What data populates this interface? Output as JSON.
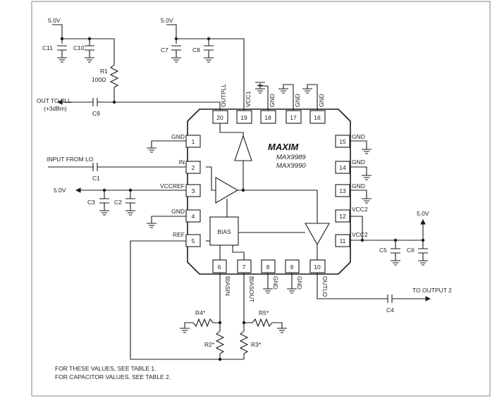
{
  "chip": {
    "logo": "MAXIM",
    "part_numbers": [
      "MAX9989",
      "MAX9990"
    ],
    "bias_block": "BIAS"
  },
  "pins": {
    "p1": {
      "num": "1",
      "name": "GND"
    },
    "p2": {
      "num": "2",
      "name": "IN"
    },
    "p3": {
      "num": "3",
      "name": "VCCREF"
    },
    "p4": {
      "num": "4",
      "name": "GND"
    },
    "p5": {
      "num": "5",
      "name": "REF"
    },
    "p6": {
      "num": "6",
      "name": "BIASIN"
    },
    "p7": {
      "num": "7",
      "name": "BIASOUT"
    },
    "p8": {
      "num": "8",
      "name": "GND"
    },
    "p9": {
      "num": "9",
      "name": "GND"
    },
    "p10": {
      "num": "10",
      "name": "OUTLO"
    },
    "p11": {
      "num": "11",
      "name": "VCC2"
    },
    "p12": {
      "num": "12",
      "name": "VCC2"
    },
    "p13": {
      "num": "13",
      "name": "GND"
    },
    "p14": {
      "num": "14",
      "name": "GND"
    },
    "p15": {
      "num": "15",
      "name": "GND"
    },
    "p16": {
      "num": "16",
      "name": "GND"
    },
    "p17": {
      "num": "17",
      "name": "GND"
    },
    "p18": {
      "num": "18",
      "name": "GND"
    },
    "p19": {
      "num": "19",
      "name": "VCC1"
    },
    "p20": {
      "num": "20",
      "name": "OUTPLL"
    }
  },
  "components": {
    "c1": "C1",
    "c2": "C2",
    "c3": "C3",
    "c4": "C4",
    "c5": "C5",
    "c6": "C6",
    "c7": "C7",
    "c8": "C8",
    "c9": "C9",
    "c10": "C10",
    "c11": "C11",
    "r1": "R1",
    "r1_value": "100Ω",
    "r2": "R2*",
    "r3": "R3*",
    "r4": "R4*",
    "r5": "R5*"
  },
  "nets": {
    "vcc_top_left": "5.0V",
    "vcc_top_mid": "5.0V",
    "vcc_left": "5.0V",
    "vcc_right": "5.0V",
    "out_pll": "OUT TO PLL",
    "out_pll_level": "(+3dBm)",
    "input_lo": "INPUT FROM LO",
    "output2": "TO OUTPUT 2"
  },
  "notes": [
    "FOR THESE VALUES, SEE TABLE 1.",
    "FOR CAPACITOR VALUES, SEE TABLE 2."
  ]
}
